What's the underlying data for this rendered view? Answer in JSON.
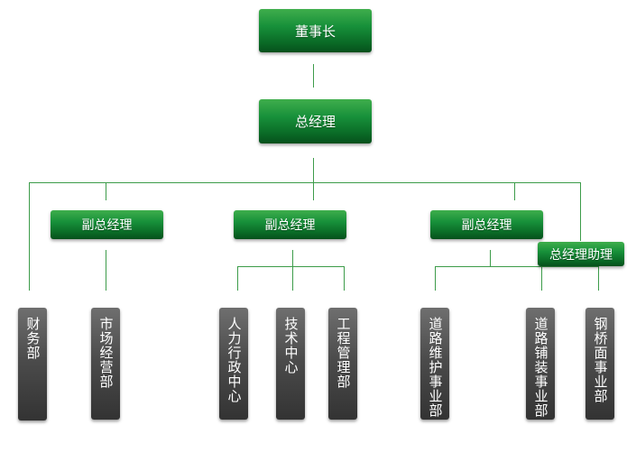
{
  "chairman": "董事长",
  "general_manager": "总经理",
  "deputy_gm_1": "副总经理",
  "deputy_gm_2": "副总经理",
  "deputy_gm_3": "副总经理",
  "gm_assistant": "总经理助理",
  "departments": {
    "finance": "财务部",
    "marketing": "市场经营部",
    "hr_admin": "人力行政中心",
    "tech_center": "技术中心",
    "engineering_mgmt": "工程管理部",
    "road_maintenance": "道路维护事业部",
    "road_paving": "道路铺装事业部",
    "steel_bridge_deck": "钢桥面事业部"
  },
  "colors": {
    "green_box": "#17903a",
    "gray_box": "#4c4c4c",
    "connector": "#3d9c4a"
  }
}
